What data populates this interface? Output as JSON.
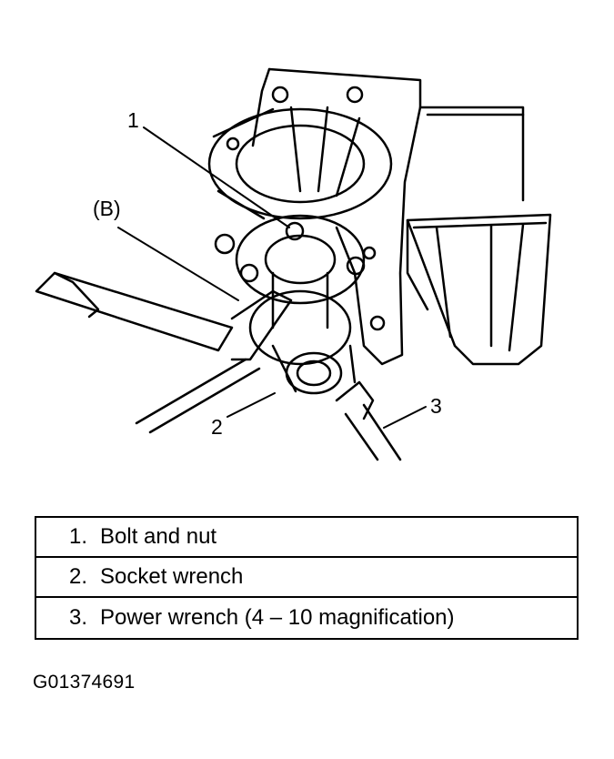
{
  "callouts": {
    "c1": "1",
    "cB": "(B)",
    "c2": "2",
    "c3": "3"
  },
  "legend": [
    {
      "num": "1.",
      "text": "Bolt and nut"
    },
    {
      "num": "2.",
      "text": "Socket wrench"
    },
    {
      "num": "3.",
      "text": "Power wrench (4 – 10 magnification)"
    }
  ],
  "figure_id": "G01374691"
}
